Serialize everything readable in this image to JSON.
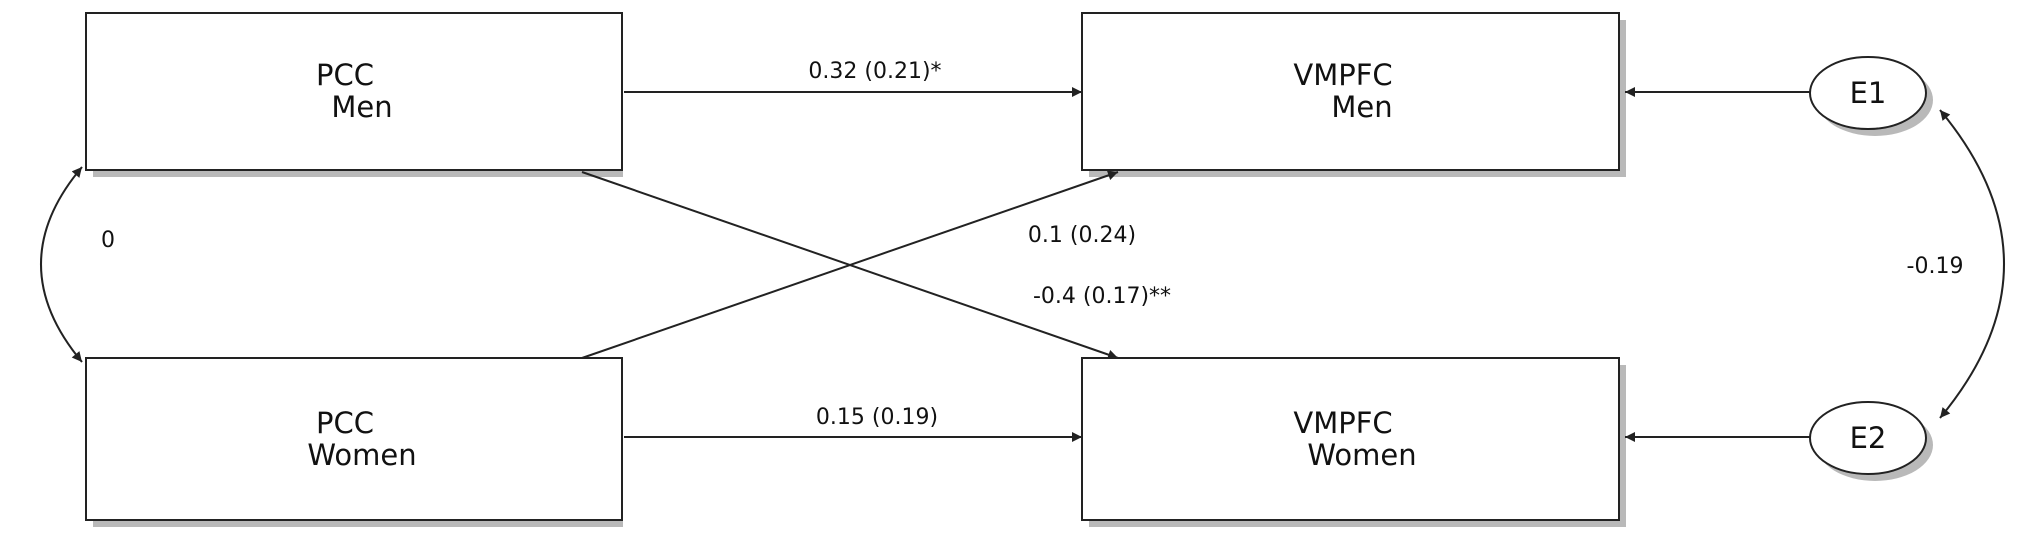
{
  "nodes": {
    "pcc_men": {
      "line1": "PCC",
      "line2": "Men"
    },
    "pcc_women": {
      "line1": "PCC",
      "line2": "Women"
    },
    "vmpfc_men": {
      "line1": "VMPFC",
      "line2": "Men"
    },
    "vmpfc_women": {
      "line1": "VMPFC",
      "line2": "Women"
    },
    "e1": {
      "label": "E1"
    },
    "e2": {
      "label": "E2"
    }
  },
  "edges": {
    "pcc_men_to_vmpfc_men": "0.32 (0.21)*",
    "pcc_women_to_vmpfc_men": "0.1 (0.24)",
    "pcc_men_to_vmpfc_women": "-0.4 (0.17)**",
    "pcc_women_to_vmpfc_women": "0.15 (0.19)",
    "pcc_covariance": "0",
    "error_covariance": "-0.19"
  },
  "colors": {
    "stroke": "#222222",
    "shadow": "#b9b9b9",
    "background": "#ffffff"
  }
}
